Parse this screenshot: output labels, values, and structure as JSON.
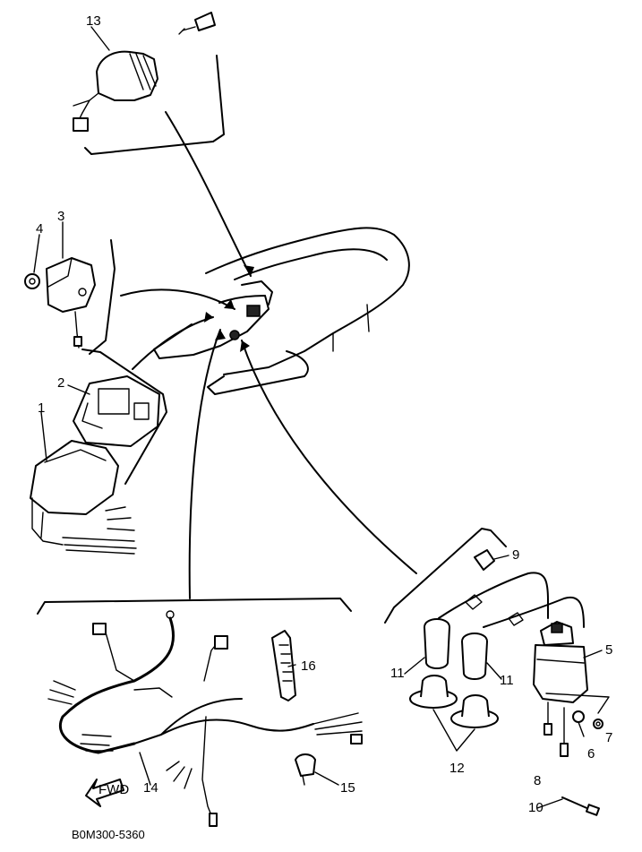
{
  "diagram": {
    "code": "B0M300-5360",
    "fwd_label": "FWD",
    "callouts": {
      "p1": "1",
      "p2": "2",
      "p3": "3",
      "p4": "4",
      "p5": "5",
      "p6": "6",
      "p7": "7",
      "p8": "8",
      "p9": "9",
      "p10": "10",
      "p11a": "11",
      "p11b": "11",
      "p12": "12",
      "p13": "13",
      "p14": "14",
      "p15": "15",
      "p16": "16"
    }
  }
}
